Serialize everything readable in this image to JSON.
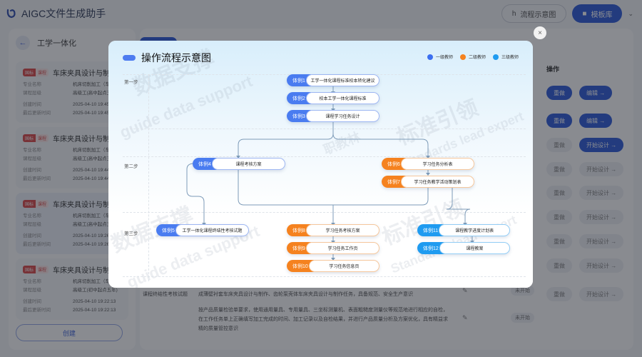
{
  "app": {
    "title": "AIGC文件生成助手",
    "flow_button": "流程示意图",
    "template_button": "模板库"
  },
  "left_panel": {
    "back_label": "工学一体化",
    "badge_a": "国标",
    "badge_b": "课程",
    "cards": [
      {
        "title": "车床夹具设计与制作",
        "major_k": "专业名称",
        "major_v": "机床切削加工（车工）",
        "level_k": "课程层级",
        "level_v": "高级工(高中起点三年)",
        "created_k": "创建时间",
        "created_v": "2025-04-10 19:45:10",
        "updated_k": "最后更新时间",
        "updated_v": "2025-04-10 19:45:10"
      },
      {
        "title": "车床夹具设计与制作",
        "major_k": "专业名称",
        "major_v": "机床切削加工（车工）",
        "level_k": "课程层级",
        "level_v": "高级工(高中起点三年)",
        "created_k": "创建时间",
        "created_v": "2025-04-10 19:44:57",
        "updated_k": "最后更新时间",
        "updated_v": "2025-04-10 19:44:57"
      },
      {
        "title": "车床夹具设计与制作",
        "major_k": "专业名称",
        "major_v": "机床切削加工（车工）",
        "level_k": "课程层级",
        "level_v": "高级工(高中起点三年)",
        "created_k": "创建时间",
        "created_v": "2025-04-10 19:26:44",
        "updated_k": "最后更新时间",
        "updated_v": "2025-04-10 19:26:44"
      },
      {
        "title": "车床夹具设计与制作",
        "major_k": "专业名称",
        "major_v": "机床切削加工（车工）",
        "level_k": "课程层级",
        "level_v": "高级工(初中起点五年)",
        "created_k": "创建时间",
        "created_v": "2025-04-10 19:22:13",
        "updated_k": "最后更新时间",
        "updated_v": "2025-04-10 19:22:13"
      }
    ],
    "create_button": "创建"
  },
  "right_panel": {
    "ops_header": "操作",
    "redo": "重做",
    "edit": "编辑 →",
    "start": "开始设计 →",
    "row_title": "课程终结性考核试题",
    "text1": "成薄壁衬套车床夹具设计与制作、齿轮泵壳体车床夹具设计与制作任务，具备规范、安全生产意识",
    "text2a": "按产品质量检验单要求，使用通用量具、专用量具、三坐标测量机、表面粗糙度测量仪等规范地进行相应的自检，",
    "text2b": "在工作任务单上正确填写加工完成的时间、加工记录以及自检结果，并进行产品质量分析及方案优化，具有精益求",
    "text2c": "精的质量管控意识",
    "status": "未开始"
  },
  "modal": {
    "title": "操作流程示意图",
    "close": "×",
    "legend": [
      {
        "label": "一级教师",
        "color": "#3b6ff0"
      },
      {
        "label": "二级教师",
        "color": "#f5821f"
      },
      {
        "label": "三级教师",
        "color": "#1f9bf0"
      }
    ],
    "steps": [
      "第一步",
      "第二步",
      "第三步"
    ],
    "nodes": [
      {
        "tag": "体例1",
        "label": "工学一体化课程标准校本转化建议"
      },
      {
        "tag": "体例2",
        "label": "校本工学一体化课程标准"
      },
      {
        "tag": "体例3",
        "label": "课程学习任务设计"
      },
      {
        "tag": "体例4",
        "label": "课程考核方案"
      },
      {
        "tag": "体例5",
        "label": "工学一体化课程终结性考核试题"
      },
      {
        "tag": "体例6",
        "label": "学习任务分析表"
      },
      {
        "tag": "体例7",
        "label": "学习任务教学活动策划表"
      },
      {
        "tag": "体例8",
        "label": "学习任务考核方案"
      },
      {
        "tag": "体例9",
        "label": "学习任务工作页"
      },
      {
        "tag": "体例10",
        "label": "学习任务信息页"
      },
      {
        "tag": "体例11",
        "label": "课程教学进度计划表"
      },
      {
        "tag": "体例12",
        "label": "课程教案"
      }
    ],
    "watermarks": [
      "数据支撑",
      "guide data support",
      "标准引领",
      "Standards lead expert",
      "职教林",
      "专家指"
    ]
  }
}
